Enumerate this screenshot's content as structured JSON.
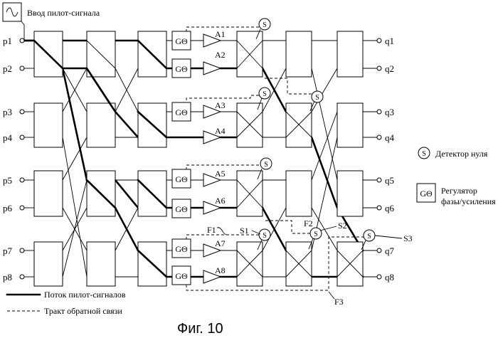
{
  "header": {
    "pilot_input_label": "Ввод пилот-сигнала"
  },
  "inputs": [
    "p1",
    "p2",
    "p3",
    "p4",
    "p5",
    "p6",
    "p7",
    "p8"
  ],
  "outputs": [
    "q1",
    "q2",
    "q3",
    "q4",
    "q5",
    "q6",
    "q7",
    "q8"
  ],
  "amplifiers": [
    "A1",
    "A2",
    "A3",
    "A4",
    "A5",
    "A6",
    "A7",
    "A8"
  ],
  "regulator_symbol": "GΘ",
  "detector_symbol": "S",
  "detector_labels": [
    "S1",
    "S2",
    "S3"
  ],
  "feedback_labels": [
    "F1",
    "F2",
    "F3"
  ],
  "legend": {
    "detector": "Детектор нуля",
    "regulator_line1": "Регулятор",
    "regulator_line2": "фазы/усиления",
    "pilot_flow": "Поток пилот-сигналов",
    "feedback_path": "Тракт обратной связи"
  },
  "caption": "Фиг. 10"
}
